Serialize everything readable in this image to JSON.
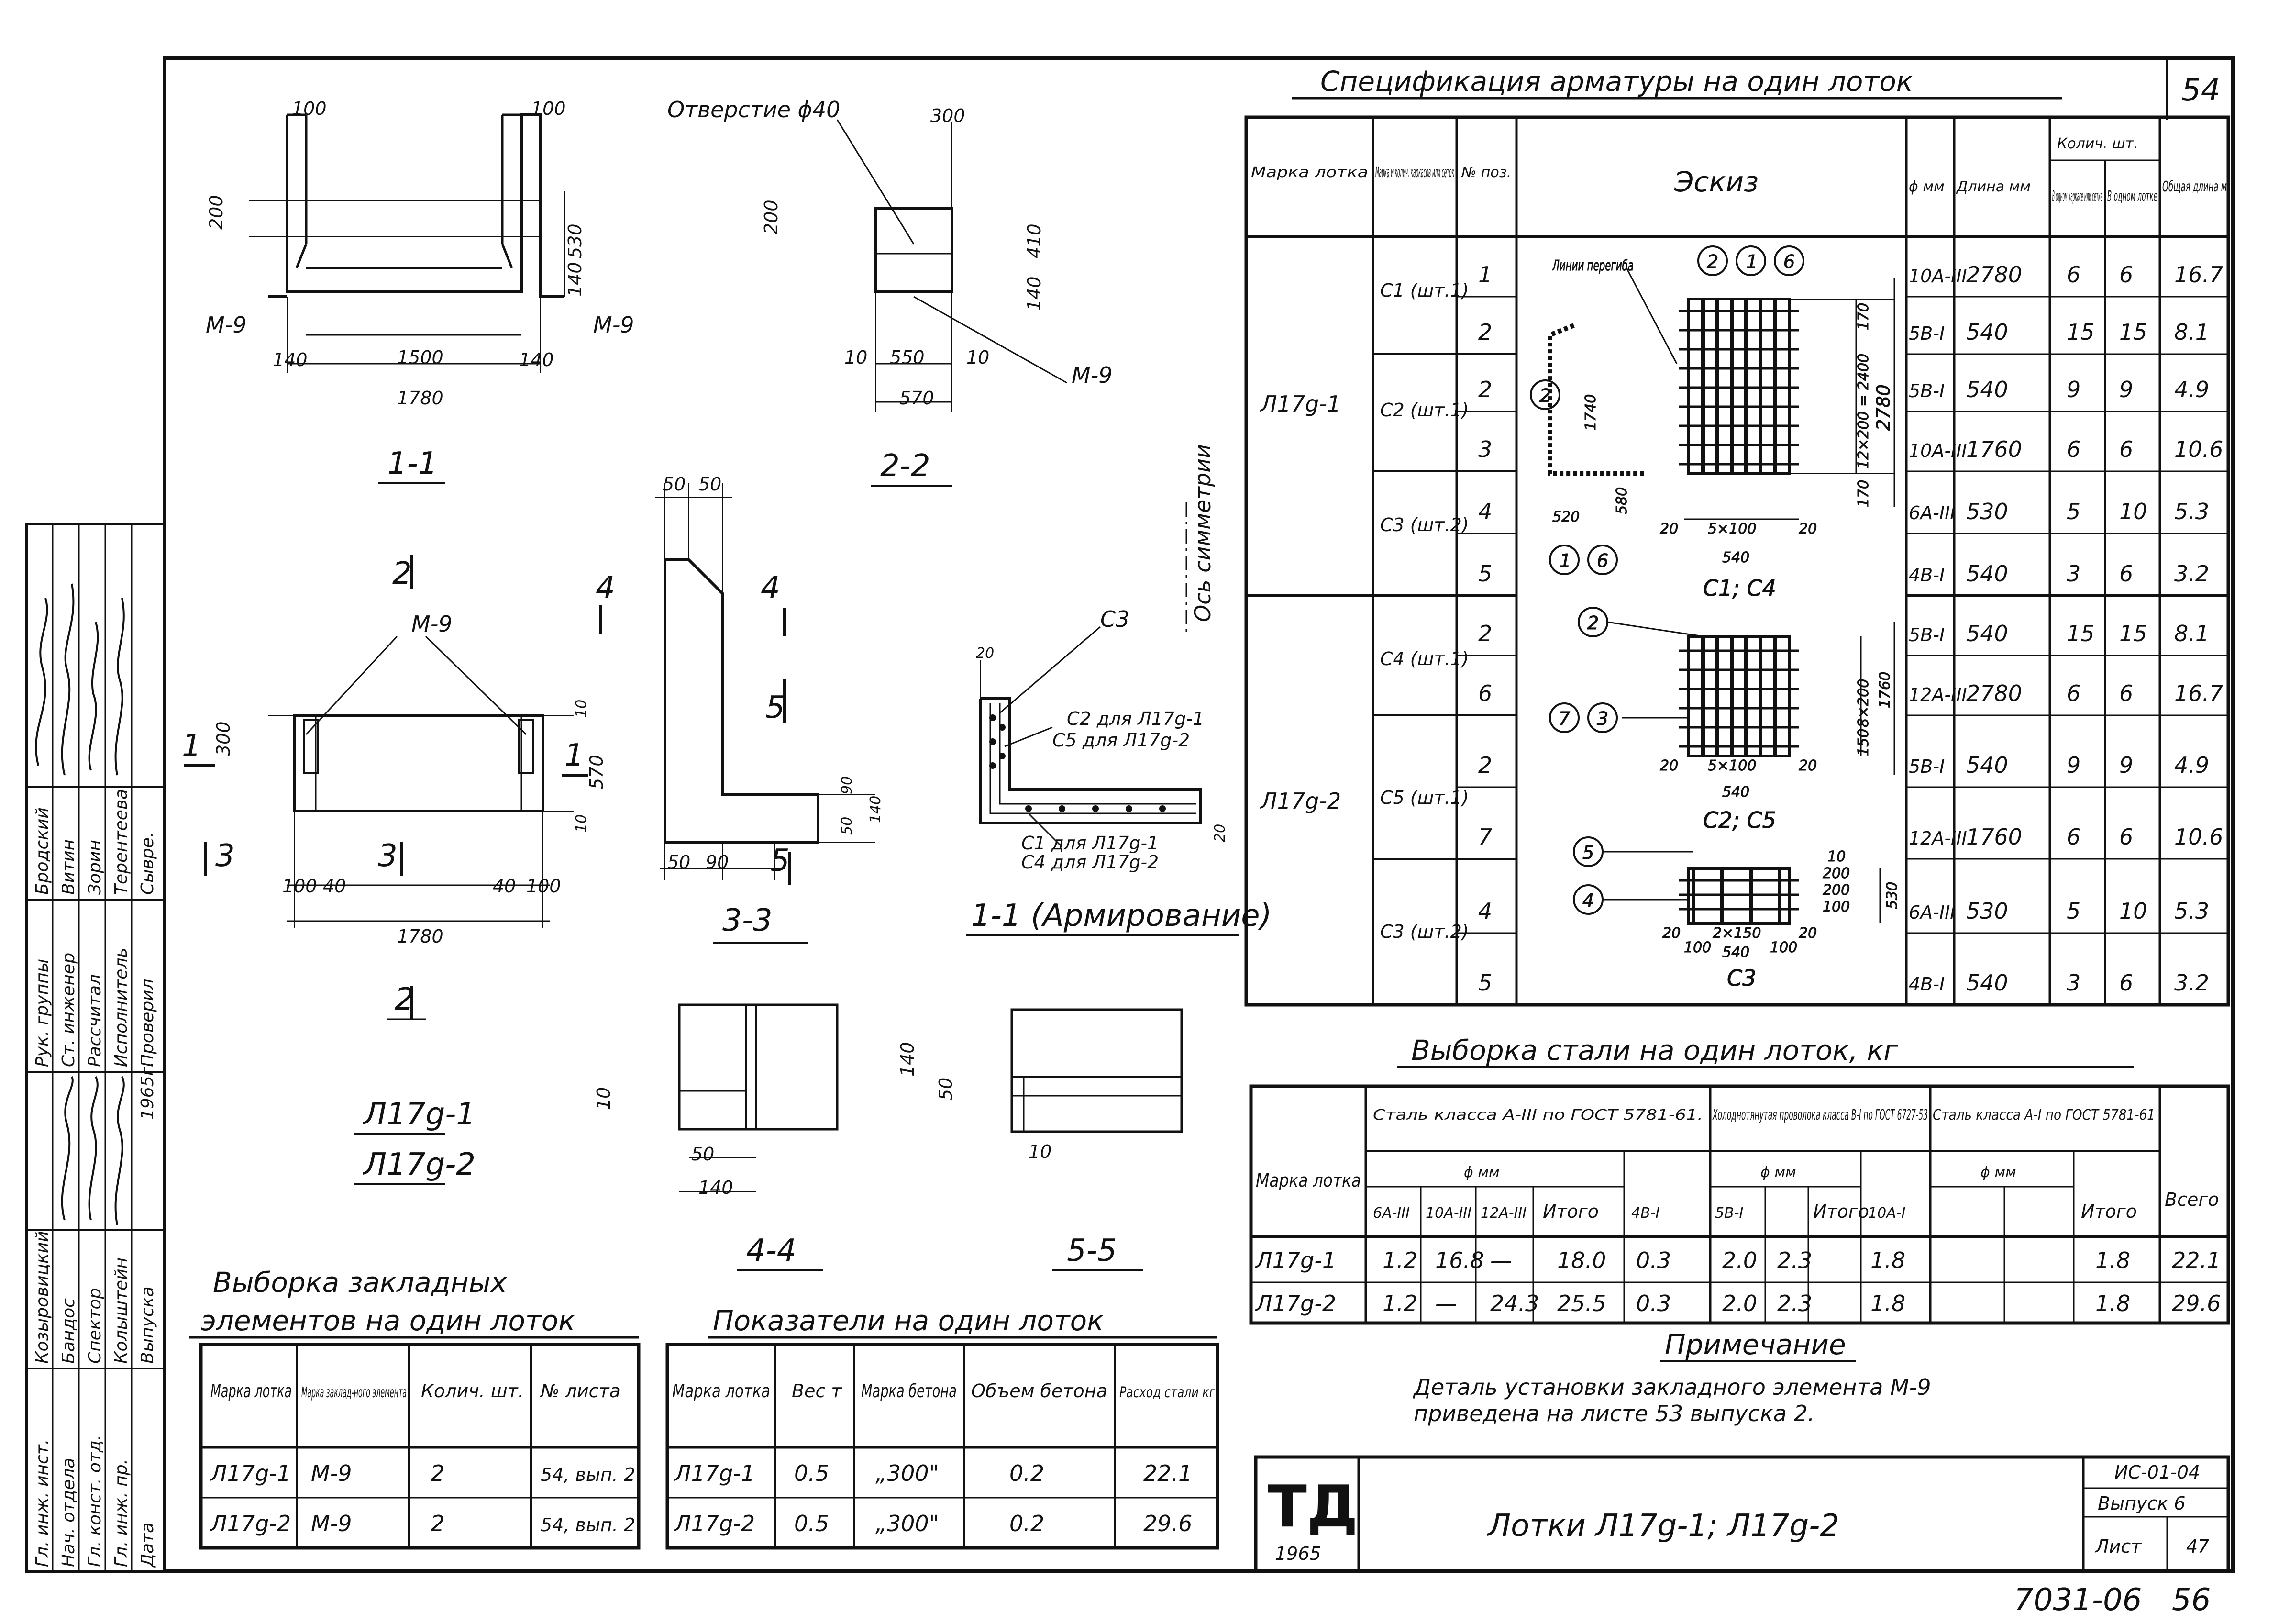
{
  "sheet_number": "54",
  "drawing_number": "7031-06",
  "drawing_number_page": "56",
  "section_labels": {
    "s11": "1-1",
    "s22": "2-2",
    "s33": "3-3",
    "s44": "4-4",
    "s55": "5-5",
    "s11_arm": "1-1 (Армирование)",
    "sym_axis": "Ось симметрии",
    "hole": "Отверстие ϕ40",
    "plan_titles": [
      "Л17g-1",
      "Л17g-2"
    ]
  },
  "dims": {
    "d100": "100",
    "d200": "200",
    "d530": "530",
    "d140": "140",
    "d1500": "1500",
    "d1780": "1780",
    "m9": "М-9",
    "d300": "300",
    "d410": "410",
    "d10": "10",
    "d550": "550",
    "d570": "570",
    "d50": "50",
    "d90": "90",
    "d40": "40",
    "c3": "С3",
    "c2": "С2 для Л17g-1",
    "c5": "С5 для Л17g-2",
    "c1": "С1 для Л17g-1",
    "c4": "С4 для Л17g-2",
    "n1": "1",
    "n2": "2",
    "n3": "3",
    "n4": "4",
    "n5": "5",
    "d20": "20"
  },
  "spec": {
    "title": "Спецификация арматуры на один лоток",
    "headers": {
      "mark": "Марка лотка",
      "mesh": "Марка и колич. каркасов или сеток",
      "pos": "№ поз.",
      "sketch": "Эскиз",
      "dia": "ϕ мм",
      "len": "Длина мм",
      "qty": "Колич. шт.",
      "qty_mesh": "В одном каркасе или сетке",
      "qty_tray": "В одном лотке",
      "total": "Общая длина м"
    },
    "marks": [
      "Л17g-1",
      "Л17g-2"
    ],
    "meshes": [
      "С1 (шт.1)",
      "С2 (шт.1)",
      "С3 (шт.2)",
      "С4 (шт.1)",
      "С5 (шт.1)",
      "С3 (шт.2)"
    ],
    "rows": [
      {
        "pos": "1",
        "dia": "10А-III",
        "len": "2780",
        "q1": "6",
        "q2": "6",
        "total": "16.7"
      },
      {
        "pos": "2",
        "dia": "5В-I",
        "len": "540",
        "q1": "15",
        "q2": "15",
        "total": "8.1"
      },
      {
        "pos": "2",
        "dia": "5В-I",
        "len": "540",
        "q1": "9",
        "q2": "9",
        "total": "4.9"
      },
      {
        "pos": "3",
        "dia": "10А-III",
        "len": "1760",
        "q1": "6",
        "q2": "6",
        "total": "10.6"
      },
      {
        "pos": "4",
        "dia": "6А-III",
        "len": "530",
        "q1": "5",
        "q2": "10",
        "total": "5.3"
      },
      {
        "pos": "5",
        "dia": "4В-I",
        "len": "540",
        "q1": "3",
        "q2": "6",
        "total": "3.2"
      },
      {
        "pos": "2",
        "dia": "5В-I",
        "len": "540",
        "q1": "15",
        "q2": "15",
        "total": "8.1"
      },
      {
        "pos": "6",
        "dia": "12А-III",
        "len": "2780",
        "q1": "6",
        "q2": "6",
        "total": "16.7"
      },
      {
        "pos": "2",
        "dia": "5В-I",
        "len": "540",
        "q1": "9",
        "q2": "9",
        "total": "4.9"
      },
      {
        "pos": "7",
        "dia": "12А-III",
        "len": "1760",
        "q1": "6",
        "q2": "6",
        "total": "10.6"
      },
      {
        "pos": "4",
        "dia": "6А-III",
        "len": "530",
        "q1": "5",
        "q2": "10",
        "total": "5.3"
      },
      {
        "pos": "5",
        "dia": "4В-I",
        "len": "540",
        "q1": "3",
        "q2": "6",
        "total": "3.2"
      }
    ],
    "sketch_labels": {
      "bend": "Линии перегиба",
      "c1c4": "С1; С4",
      "c2c5": "С2; С5",
      "c3": "С3",
      "d5x100": "5×100",
      "d540": "540",
      "d520": "520",
      "d580": "580",
      "d1740": "1740",
      "d12x200": "12×200 = 2400",
      "d2780": "2780",
      "d170": "170",
      "d20": "20",
      "d8x200": "8×200",
      "d1760": "1760",
      "d150": "150",
      "d2x150": "2×150",
      "d100": "100",
      "d530": "530",
      "d200": "200",
      "d10": "10",
      "c_2": "2",
      "c_1": "1",
      "c_6": "6",
      "c_7": "7",
      "c_3": "3",
      "c_5": "5",
      "c_4": "4"
    }
  },
  "steel": {
    "title": "Выборка стали на один лоток, кг",
    "headers": {
      "mark": "Марка лотка",
      "a3": "Сталь класса А-III по ГОСТ 5781-61.",
      "b1": "Холоднотянутая проволока класса В-I по ГОСТ 6727-53",
      "a1": "Сталь класса А-I по ГОСТ 5781-61",
      "dia": "ϕ мм",
      "c6": "6А-III",
      "c10": "10А-III",
      "c12": "12А-III",
      "total_a3": "Итого",
      "c4b": "4В-I",
      "c5b": "5В-I",
      "total_b": "Итого",
      "c10a1": "10А-I",
      "total_a1": "Итого",
      "grand": "Всего"
    },
    "rows": [
      {
        "mark": "Л17g-1",
        "v6": "1.2",
        "v10": "16.8",
        "v12": "—",
        "t1": "18.0",
        "v4b": "0.3",
        "v5b": "2.0",
        "t2": "2.3",
        "v10a": "1.8",
        "t3": "1.8",
        "all": "22.1"
      },
      {
        "mark": "Л17g-2",
        "v6": "1.2",
        "v10": "—",
        "v12": "24.3",
        "t1": "25.5",
        "v4b": "0.3",
        "v5b": "2.0",
        "t2": "2.3",
        "v10a": "1.8",
        "t3": "1.8",
        "all": "29.6"
      }
    ]
  },
  "note": {
    "title": "Примечание",
    "text1": "Деталь установки закладного элемента М-9",
    "text2": "приведена на листе 53 выпуска 2."
  },
  "embedded": {
    "title1": "Выборка закладных",
    "title2": "элементов на один лоток",
    "headers": [
      "Марка лотка",
      "Марка заклад-ного элемента",
      "Колич. шт.",
      "№ листа"
    ],
    "rows": [
      [
        "Л17g-1",
        "М-9",
        "2",
        "54, вып. 2"
      ],
      [
        "Л17g-2",
        "М-9",
        "2",
        "54, вып. 2"
      ]
    ]
  },
  "indicators": {
    "title": "Показатели на один лоток",
    "headers": [
      "Марка лотка",
      "Вес т",
      "Марка бетона",
      "Объем бетона",
      "Расход стали кг"
    ],
    "rows": [
      [
        "Л17g-1",
        "0.5",
        "„300\"",
        "0.2",
        "22.1"
      ],
      [
        "Л17g-2",
        "0.5",
        "„300\"",
        "0.2",
        "29.6"
      ]
    ]
  },
  "title_block": {
    "logo": "ТД",
    "year": "1965",
    "title": "Лотки Л17g-1; Л17g-2",
    "code": "ИС-01-04",
    "issue": "Выпуск 6",
    "sheet_label": "Лист",
    "sheet_no": "47"
  },
  "signature_block": {
    "roles": [
      "Гл. инж. инст.",
      "Нач. отдела",
      "Гл. конст. отд.",
      "Гл. инж. пр.",
      "Дата"
    ],
    "names": [
      "Козыровицкий",
      "Бандос",
      "Спектор",
      "Колыштейн",
      "Выпуска"
    ],
    "roles2": [
      "Рук. группы",
      "Ст. инженер",
      "Рассчитал",
      "Исполнитель",
      "Проверил"
    ],
    "names2": [
      "Бродский",
      "Витин",
      "Зорин",
      "Терентеева",
      "Сывре."
    ],
    "year": "1965г."
  }
}
